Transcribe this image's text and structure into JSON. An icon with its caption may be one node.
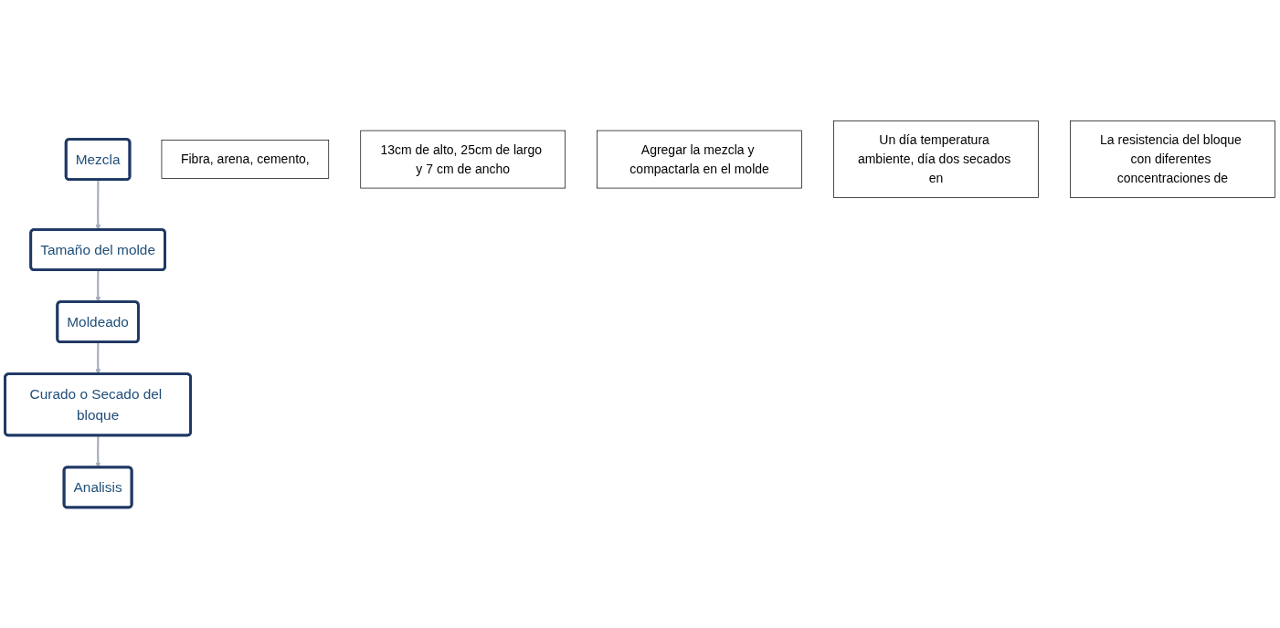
{
  "diagram": {
    "nodes": [
      {
        "text": [
          "Mezcla"
        ]
      },
      {
        "text": [
          "Fibra, arena, cemento,"
        ]
      },
      {
        "text": [
          "13cm de alto, 25cm de largo y 7 cm de ancho"
        ]
      },
      {
        "text": [
          "Tamaño del molde"
        ]
      },
      {
        "text": [
          "Agregar la mezcla y compactarla en el molde"
        ]
      },
      {
        "text": [
          "Moldeado"
        ]
      },
      {
        "text": [
          "Un día temperatura ambiente, día dos secados en"
        ]
      },
      {
        "text": [
          "Curado o Secado del bloque"
        ]
      },
      {
        "text": [
          "Analisis"
        ]
      },
      {
        "text": [
          "La resistencia del bloque con diferentes concentraciones de"
        ]
      }
    ],
    "edges": [
      {
        "from": 0,
        "to": 3,
        "arrow": "to"
      },
      {
        "from": 3,
        "to": 5,
        "arrow": "to"
      },
      {
        "from": 5,
        "to": 7,
        "arrow": "to"
      },
      {
        "from": 7,
        "to": 8,
        "arrow": "to"
      }
    ]
  }
}
